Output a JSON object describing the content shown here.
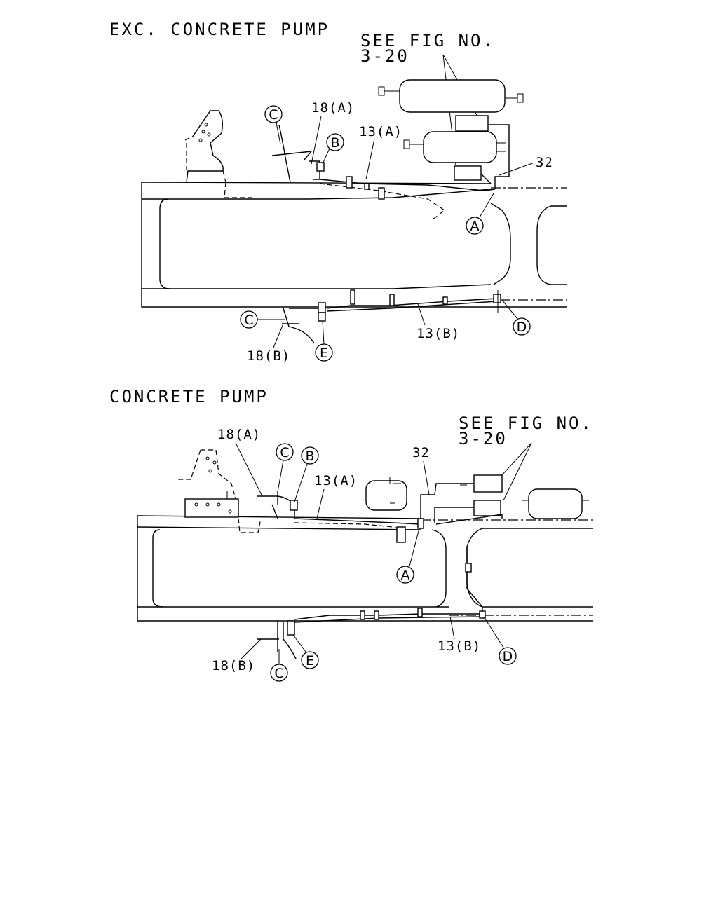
{
  "upper": {
    "title": "EXC. CONCRETE PUMP",
    "see_fig_line1": "SEE FIG NO.",
    "see_fig_line2": "3-20",
    "labels": {
      "p18a": "18(A)",
      "p13a": "13(A)",
      "p32": "32",
      "p13b": "13(B)",
      "p18b": "18(B)"
    },
    "callouts": {
      "a": "A",
      "b": "B",
      "c_top": "C",
      "c_bottom": "C",
      "d": "D",
      "e": "E"
    }
  },
  "lower": {
    "title": "CONCRETE PUMP",
    "see_fig_line1": "SEE FIG NO.",
    "see_fig_line2": "3-20",
    "labels": {
      "p18a": "18(A)",
      "p13a": "13(A)",
      "p32": "32",
      "p13b": "13(B)",
      "p18b": "18(B)"
    },
    "callouts": {
      "a": "A",
      "b": "B",
      "c_top": "C",
      "c_bottom": "C",
      "d": "D",
      "e": "E"
    }
  }
}
